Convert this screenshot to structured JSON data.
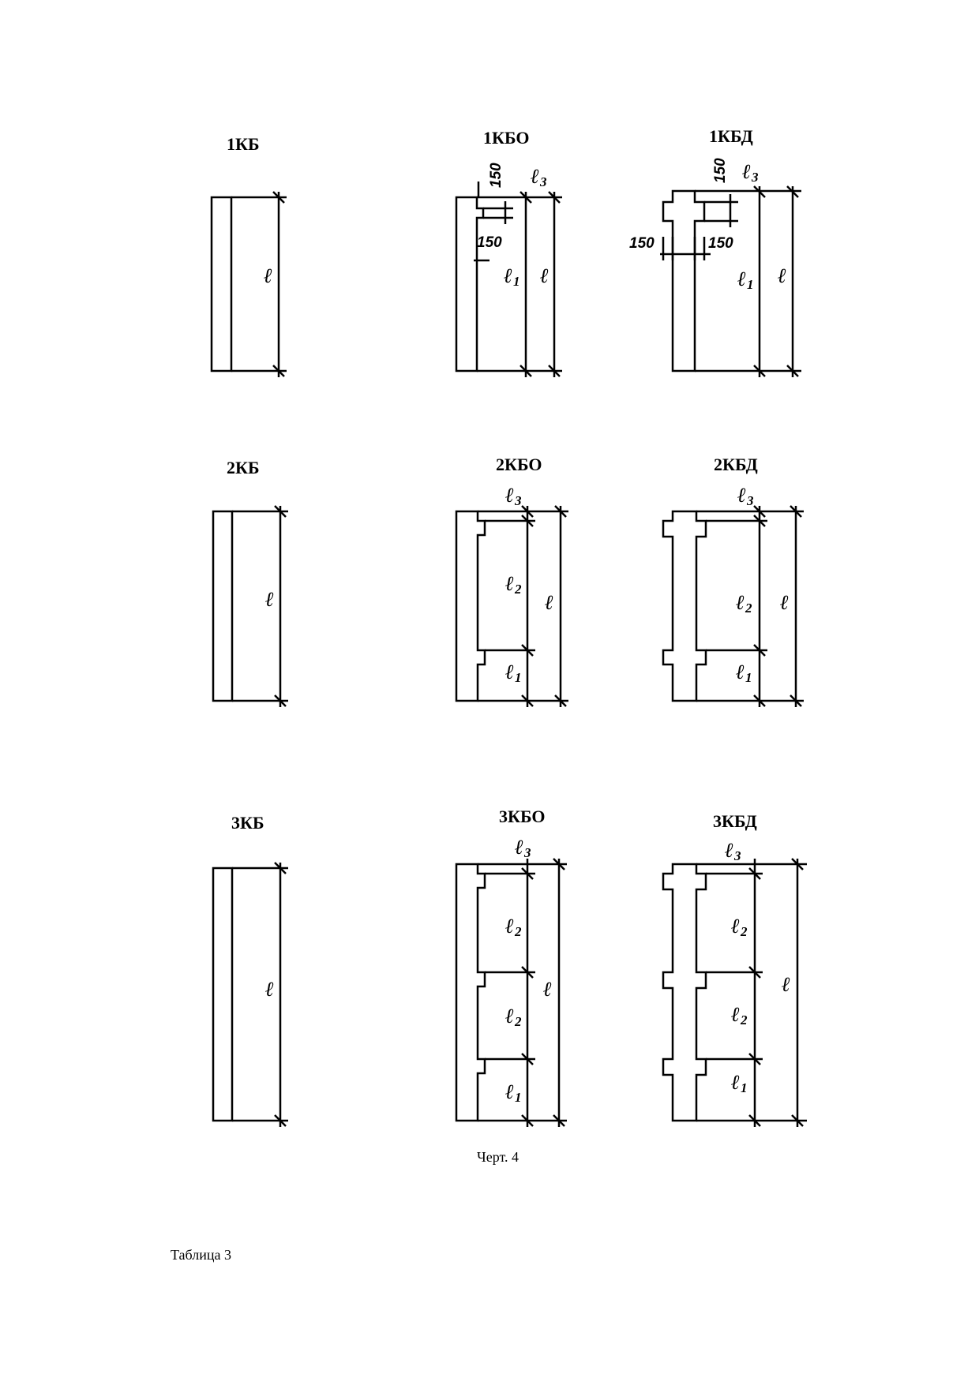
{
  "drawing": {
    "labels": {
      "kb1": "1КБ",
      "kbo1": "1КБО",
      "kbd1": "1КБД",
      "kb2": "2КБ",
      "kbo2": "2КБО",
      "kbd2": "2КБД",
      "kb3": "3КБ",
      "kbo3": "3КБО",
      "kbd3": "3КБД"
    },
    "dimensions": {
      "offset_150": "150"
    },
    "symbols": {
      "length": "ℓ",
      "seg": "ℓ",
      "sub1": "1",
      "sub2": "2",
      "sub3": "3"
    }
  },
  "caption": "Черт. 4",
  "table_label": "Таблица 3"
}
